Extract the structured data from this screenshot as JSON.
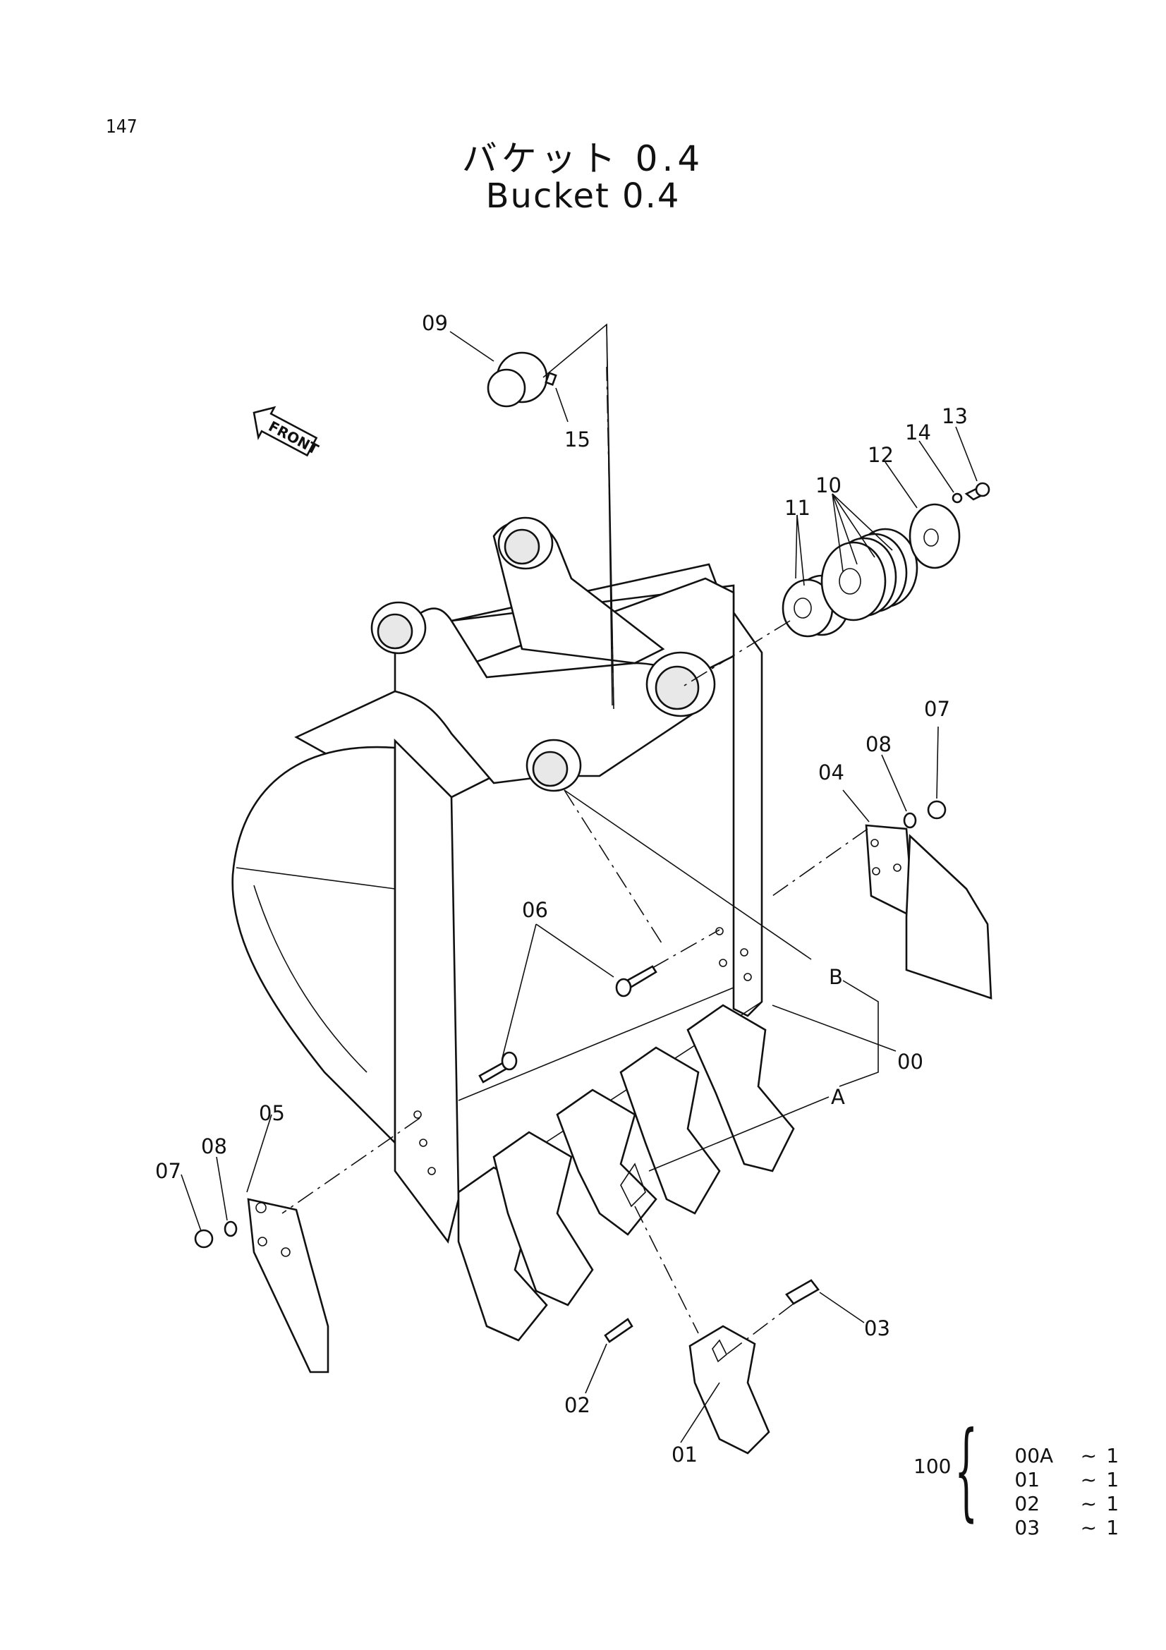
{
  "page_number": "147",
  "title_jp": "バケット 0.4",
  "title_en": "Bucket 0.4",
  "front_label": "FRONT",
  "callouts": {
    "c00": "00",
    "c01": "01",
    "c02": "02",
    "c03": "03",
    "c04": "04",
    "c05": "05",
    "c06": "06",
    "c07a": "07",
    "c07b": "07",
    "c08a": "08",
    "c08b": "08",
    "c09": "09",
    "c10": "10",
    "c11": "11",
    "c12": "12",
    "c13": "13",
    "c14": "14",
    "c15": "15",
    "cA": "A",
    "cB": "B"
  },
  "kit": {
    "number": "100",
    "items": [
      {
        "code": "00A",
        "sep": "~",
        "qty": "1"
      },
      {
        "code": "01",
        "sep": "~",
        "qty": "1"
      },
      {
        "code": "02",
        "sep": "~",
        "qty": "1"
      },
      {
        "code": "03",
        "sep": "~",
        "qty": "1"
      }
    ]
  }
}
